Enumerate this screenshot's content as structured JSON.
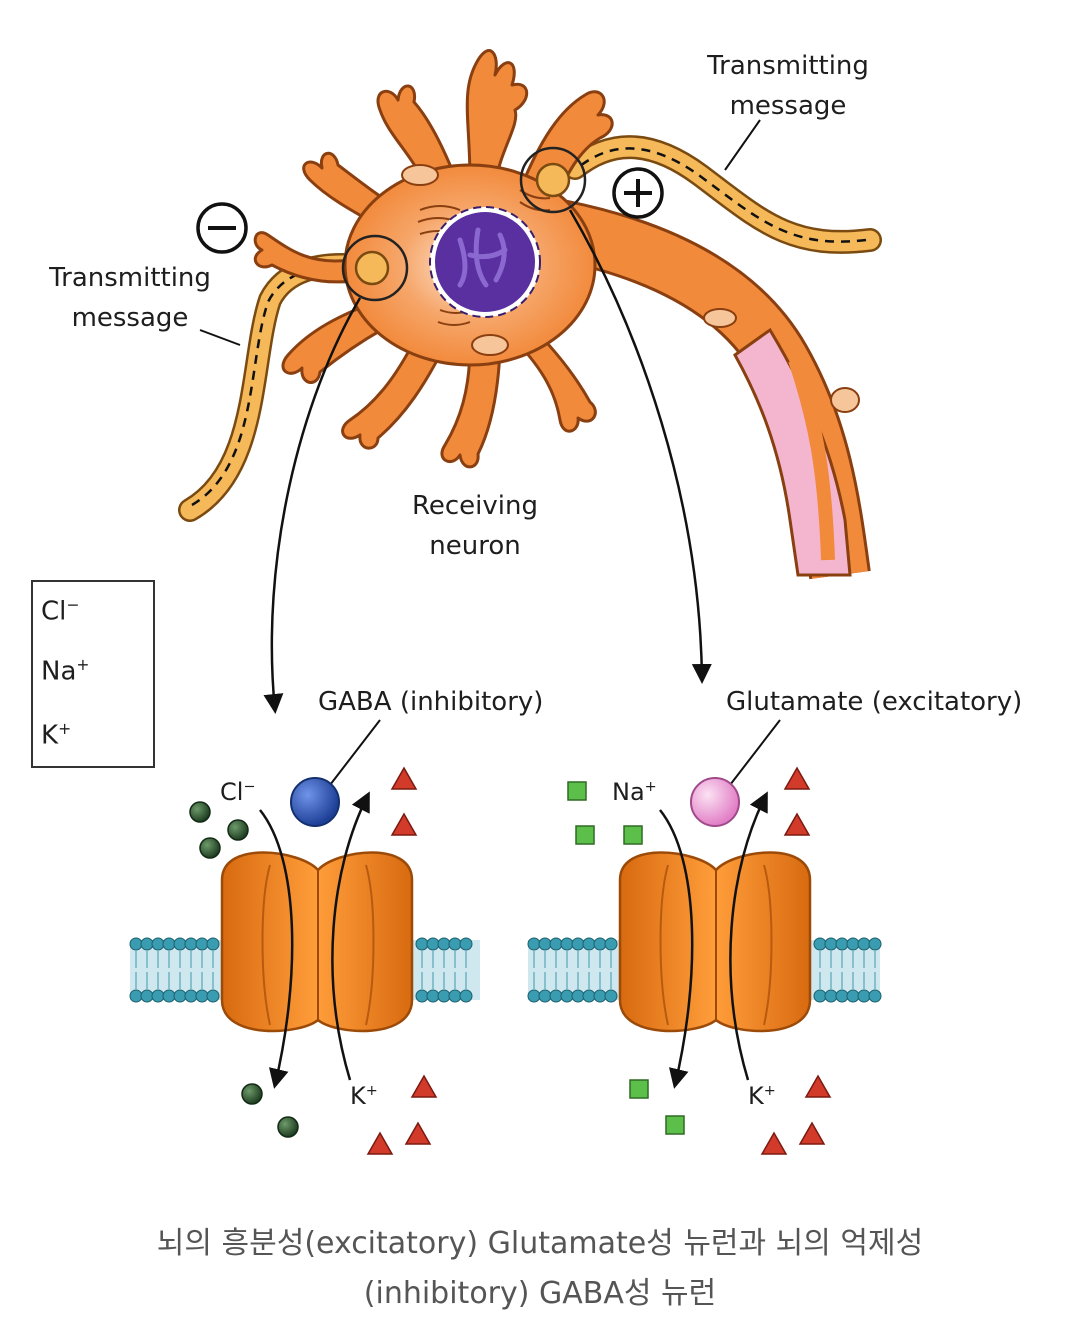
{
  "labels": {
    "transmitting_left_1": "Transmitting",
    "transmitting_left_2": "message",
    "transmitting_right_1": "Transmitting",
    "transmitting_right_2": "message",
    "receiving_1": "Receiving",
    "receiving_2": "neuron",
    "gaba": "GABA (inhibitory)",
    "glutamate": "Glutamate (excitatory)",
    "minus_symbol": "−",
    "plus_symbol": "+"
  },
  "legend": {
    "cl_base": "Cl",
    "cl_sup": "−",
    "na_base": "Na",
    "na_sup": "+",
    "k_base": "K",
    "k_sup": "+"
  },
  "channel_labels": {
    "left_top_ion": "Cl",
    "left_top_sup": "−",
    "left_bottom_ion": "K",
    "left_bottom_sup": "+",
    "right_top_ion": "Na",
    "right_top_sup": "+",
    "right_bottom_ion": "K",
    "right_bottom_sup": "+"
  },
  "caption": {
    "line1": "뇌의 흥분성(excitatory) Glutamate성 뉴런과 뇌의 억제성",
    "line2": "(inhibitory) GABA성 뉴런"
  },
  "colors": {
    "neuron_orange": "#f28a3c",
    "axon_yellow": "#f5b95a",
    "nucleus_purple": "#5a2fa0",
    "myelin_pink": "#f4b6cf",
    "channel_orange": "#f58a1f",
    "membrane_teal": "#3a9cb0",
    "cl_green": "#2f5a33",
    "na_green": "#5cbf4a",
    "k_red": "#d23a2a",
    "gaba_blue": "#2f57b0",
    "glutamate_pink": "#f0a6d6"
  }
}
